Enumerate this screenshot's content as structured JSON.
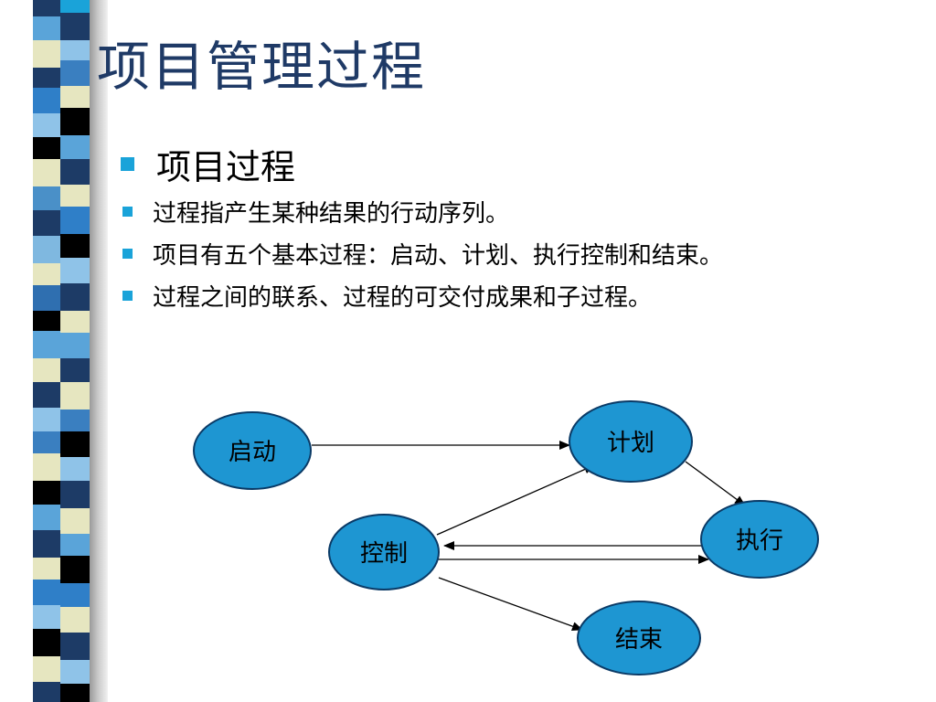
{
  "title": "项目管理过程",
  "bullets": [
    "项目过程",
    "过程指产生某种结果的行动序列。",
    "项目有五个基本过程：启动、计划、执行控制和结束。",
    "过程之间的联系、过程的可交付成果和子过程。"
  ],
  "diagram": {
    "nodes": {
      "start": "启动",
      "plan": "计划",
      "execute": "执行",
      "control": "控制",
      "close": "结束"
    }
  },
  "colors": {
    "title": "#1f3a66",
    "bullet": "#1aa3d9",
    "node_fill": "#1e96d2",
    "node_stroke": "#0a3a66"
  }
}
